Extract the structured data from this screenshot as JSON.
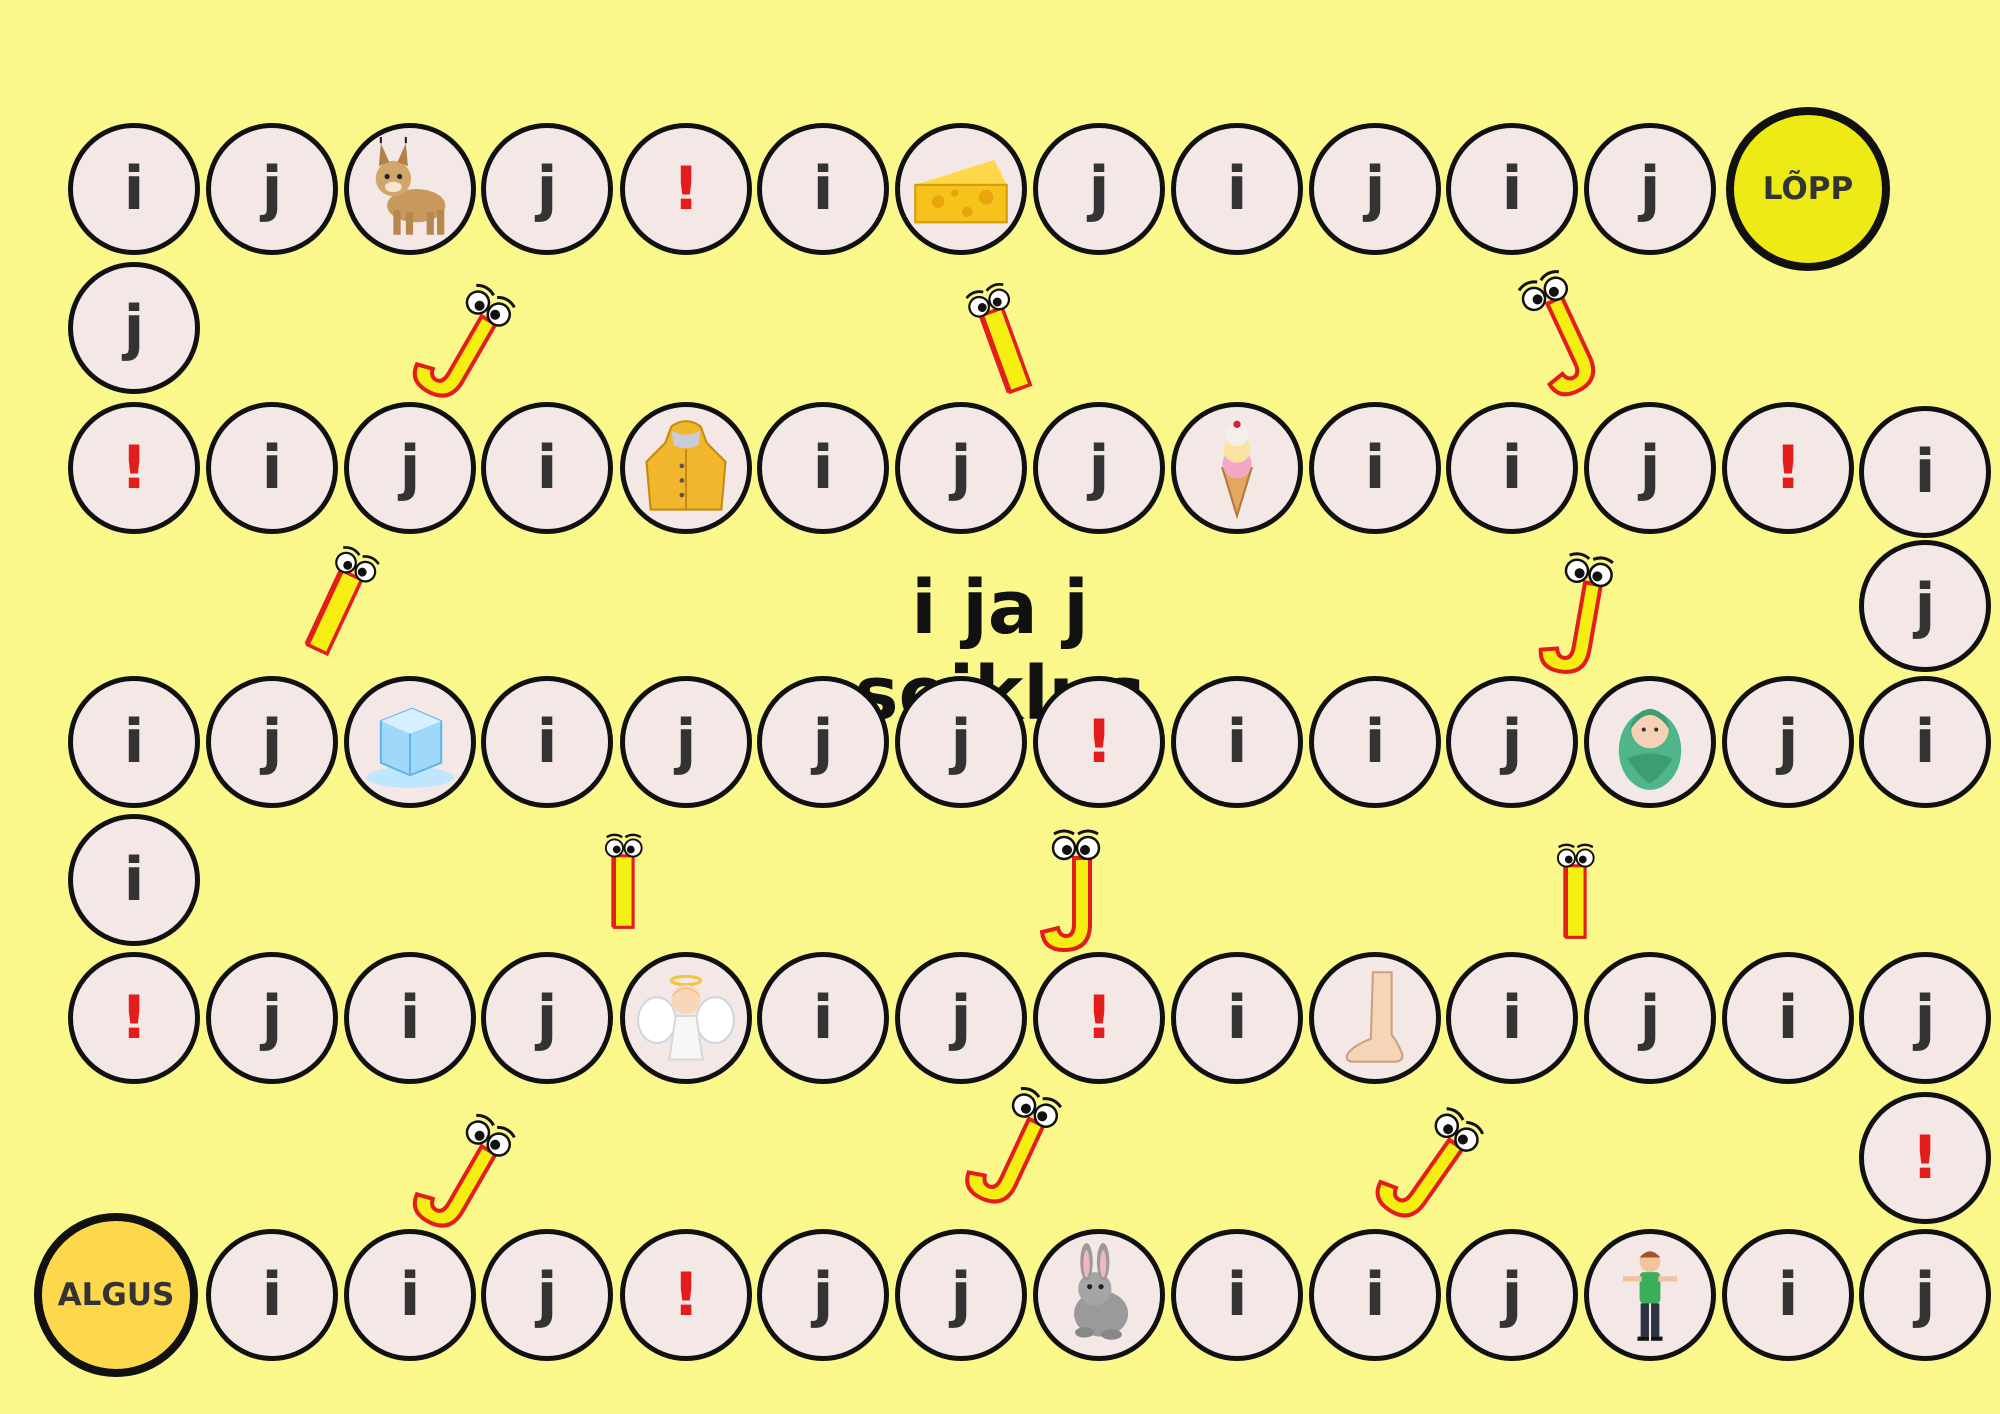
{
  "title": "i ja j seiklus",
  "colors": {
    "background": "#fbf88b",
    "cell": "#f4e8e6",
    "border": "#111111",
    "exclamation": "#e31c1c",
    "start": "#fdd84d",
    "finish": "#eeea16",
    "mascot_yellow": "#f4ee12",
    "mascot_red": "#e31c1c"
  },
  "start_label": "ALGUS",
  "finish_label": "LÕPP",
  "rows": [
    {
      "row": "bottom",
      "cells": [
        {
          "type": "start",
          "text": "ALGUS"
        },
        {
          "type": "letter",
          "text": "i"
        },
        {
          "type": "letter",
          "text": "i"
        },
        {
          "type": "letter",
          "text": "j"
        },
        {
          "type": "bang",
          "text": "!"
        },
        {
          "type": "letter",
          "text": "j"
        },
        {
          "type": "letter",
          "text": "j"
        },
        {
          "type": "picture",
          "icon": "rabbit-icon"
        },
        {
          "type": "letter",
          "text": "i"
        },
        {
          "type": "letter",
          "text": "i"
        },
        {
          "type": "letter",
          "text": "j"
        },
        {
          "type": "picture",
          "icon": "boy-icon"
        },
        {
          "type": "letter",
          "text": "i"
        },
        {
          "type": "letter",
          "text": "j"
        }
      ]
    },
    {
      "row": "connector-right-1",
      "cells": [
        {
          "type": "bang",
          "text": "!"
        }
      ]
    },
    {
      "row": "row-2",
      "cells": [
        {
          "type": "bang",
          "text": "!"
        },
        {
          "type": "letter",
          "text": "j"
        },
        {
          "type": "letter",
          "text": "i"
        },
        {
          "type": "letter",
          "text": "j"
        },
        {
          "type": "picture",
          "icon": "angel-icon"
        },
        {
          "type": "letter",
          "text": "i"
        },
        {
          "type": "letter",
          "text": "j"
        },
        {
          "type": "bang",
          "text": "!"
        },
        {
          "type": "letter",
          "text": "i"
        },
        {
          "type": "picture",
          "icon": "foot-icon"
        },
        {
          "type": "letter",
          "text": "i"
        },
        {
          "type": "letter",
          "text": "j"
        },
        {
          "type": "letter",
          "text": "i"
        },
        {
          "type": "letter",
          "text": "j"
        }
      ]
    },
    {
      "row": "connector-left-1",
      "cells": [
        {
          "type": "letter",
          "text": "i"
        }
      ]
    },
    {
      "row": "row-3",
      "cells": [
        {
          "type": "letter",
          "text": "i"
        },
        {
          "type": "letter",
          "text": "j"
        },
        {
          "type": "picture",
          "icon": "ice-cube-icon"
        },
        {
          "type": "letter",
          "text": "i"
        },
        {
          "type": "letter",
          "text": "j"
        },
        {
          "type": "letter",
          "text": "j"
        },
        {
          "type": "letter",
          "text": "j"
        },
        {
          "type": "bang",
          "text": "!"
        },
        {
          "type": "letter",
          "text": "i"
        },
        {
          "type": "letter",
          "text": "i"
        },
        {
          "type": "letter",
          "text": "j"
        },
        {
          "type": "picture",
          "icon": "baby-icon"
        },
        {
          "type": "letter",
          "text": "j"
        },
        {
          "type": "letter",
          "text": "i"
        }
      ]
    },
    {
      "row": "connector-right-2",
      "cells": [
        {
          "type": "letter",
          "text": "j"
        }
      ]
    },
    {
      "row": "row-4",
      "cells": [
        {
          "type": "bang",
          "text": "!"
        },
        {
          "type": "letter",
          "text": "i"
        },
        {
          "type": "letter",
          "text": "j"
        },
        {
          "type": "letter",
          "text": "i"
        },
        {
          "type": "picture",
          "icon": "raincoat-icon"
        },
        {
          "type": "letter",
          "text": "i"
        },
        {
          "type": "letter",
          "text": "j"
        },
        {
          "type": "letter",
          "text": "j"
        },
        {
          "type": "picture",
          "icon": "ice-cream-icon"
        },
        {
          "type": "letter",
          "text": "i"
        },
        {
          "type": "letter",
          "text": "i"
        },
        {
          "type": "letter",
          "text": "j"
        },
        {
          "type": "bang",
          "text": "!"
        },
        {
          "type": "letter",
          "text": "i"
        }
      ]
    },
    {
      "row": "connector-left-2",
      "cells": [
        {
          "type": "letter",
          "text": "j"
        }
      ]
    },
    {
      "row": "top",
      "cells": [
        {
          "type": "letter",
          "text": "i"
        },
        {
          "type": "letter",
          "text": "j"
        },
        {
          "type": "picture",
          "icon": "lynx-icon"
        },
        {
          "type": "letter",
          "text": "j"
        },
        {
          "type": "bang",
          "text": "!"
        },
        {
          "type": "letter",
          "text": "i"
        },
        {
          "type": "picture",
          "icon": "cheese-icon"
        },
        {
          "type": "letter",
          "text": "j"
        },
        {
          "type": "letter",
          "text": "i"
        },
        {
          "type": "letter",
          "text": "j"
        },
        {
          "type": "letter",
          "text": "i"
        },
        {
          "type": "letter",
          "text": "j"
        },
        {
          "type": "finish",
          "text": "LÕPP"
        }
      ]
    }
  ],
  "mascots": [
    {
      "icon": "j-mascot-icon",
      "letter": "J"
    },
    {
      "icon": "j-mascot-icon",
      "letter": "J"
    },
    {
      "icon": "j-mascot-icon",
      "letter": "J"
    },
    {
      "icon": "i-mascot-icon",
      "letter": "I"
    },
    {
      "icon": "j-mascot-icon",
      "letter": "J"
    },
    {
      "icon": "i-mascot-icon",
      "letter": "I"
    },
    {
      "icon": "j-mascot-icon",
      "letter": "J"
    },
    {
      "icon": "i-mascot-icon",
      "letter": "I"
    },
    {
      "icon": "j-mascot-icon",
      "letter": "J"
    },
    {
      "icon": "i-mascot-icon",
      "letter": "I"
    },
    {
      "icon": "j-mascot-icon",
      "letter": "J"
    }
  ]
}
